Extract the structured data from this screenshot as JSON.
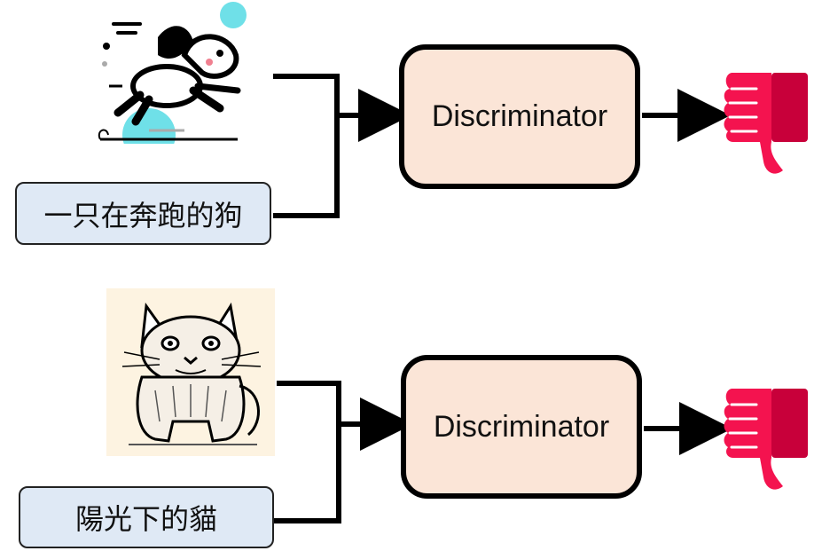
{
  "top": {
    "image": {
      "subject": "dog-illustration"
    },
    "caption": "一只在奔跑的狗",
    "discriminator_label": "Discriminator",
    "verdict": "thumbs-down"
  },
  "bottom": {
    "image": {
      "subject": "cat-sketch"
    },
    "caption": "陽光下的貓",
    "discriminator_label": "Discriminator",
    "verdict": "thumbs-down"
  },
  "colors": {
    "caption_fill": "#dfe9f5",
    "discriminator_fill": "#fbe5d7",
    "thumb_light": "#f4134f",
    "thumb_dark": "#c8003a",
    "cat_bg": "#fdf3e1",
    "dog_accent": "#6fe0e8"
  }
}
